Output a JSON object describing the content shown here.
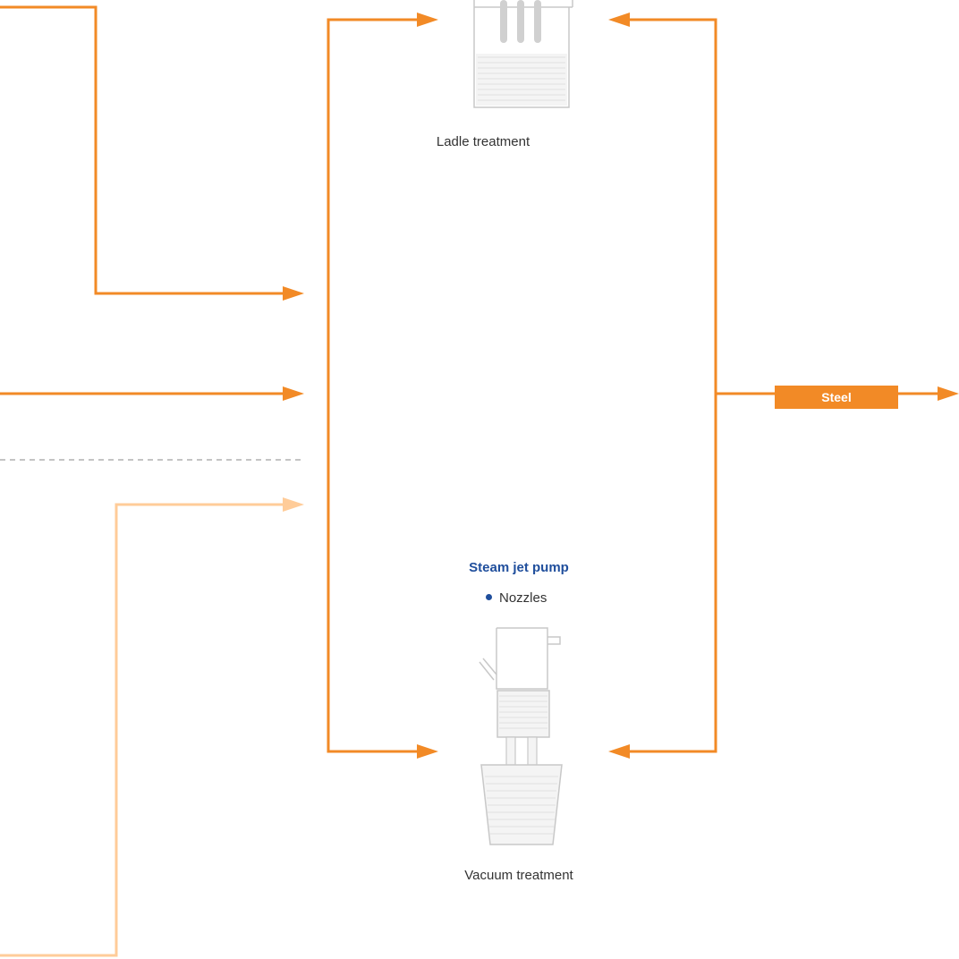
{
  "colors": {
    "flow": "#F28A26",
    "flow_light": "#FFCC99",
    "accent_blue": "#1F4E9C",
    "equipment_line": "#C8C8C8",
    "dashed": "#A0A0A0",
    "text": "#333333"
  },
  "stations": {
    "ladle_treatment": "Ladle treatment",
    "vacuum_treatment": "Vacuum treatment"
  },
  "steam_jet_pump": {
    "title": "Steam jet pump",
    "items": [
      "Nozzles"
    ]
  },
  "output": {
    "label": "Steel"
  },
  "icons": [
    "ladle-icon",
    "vacuum-vessel-icon",
    "bullet-icon"
  ]
}
